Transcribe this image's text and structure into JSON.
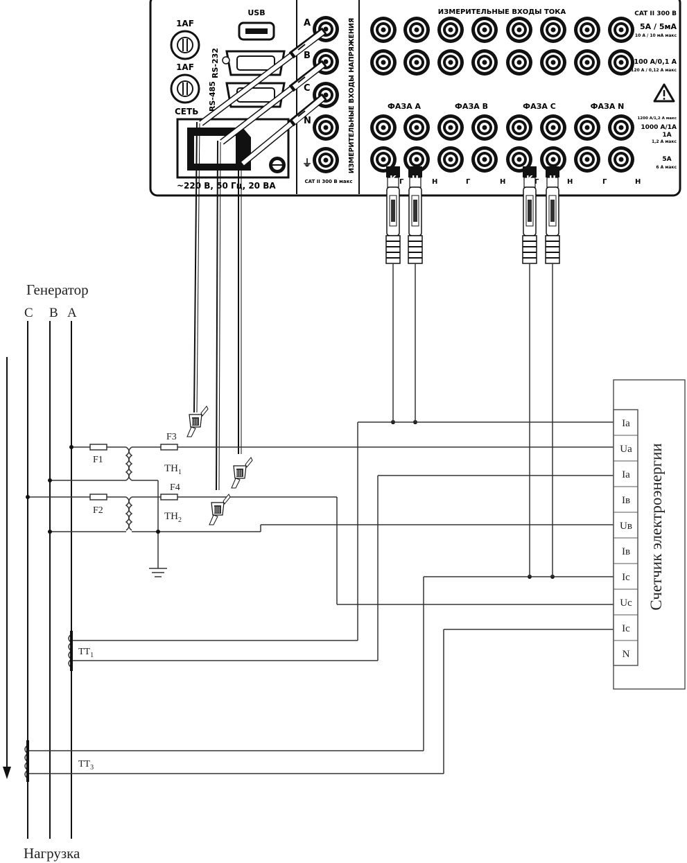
{
  "instrument": {
    "fuse_labels": [
      "1AF",
      "1AF"
    ],
    "usb_label": "USB",
    "rs232_label": "RS-232",
    "rs485_label": "RS-485",
    "mains_label": "СЕТЬ",
    "mains_rating": "~220 В, 50 Гц, 20 ВА",
    "voltage_inputs_title": "ИЗМЕРИТЕЛЬНЫЕ ВХОДЫ НАПРЯЖЕНИЯ",
    "voltage_terminals": [
      "A",
      "B",
      "C",
      "N",
      "⏚"
    ],
    "voltage_cat": "CAT II 300 В макс",
    "current_inputs_title": "ИЗМЕРИТЕЛЬНЫЕ ВХОДЫ ТОКА",
    "current_cat": "CAT II 300 В",
    "range_1": "5A / 5мА",
    "range_1_max": "10 А / 10 мА макс",
    "range_2": "100 А/0,1 А",
    "range_2_max": "120 А / 0,12 А макс",
    "range_3_max": "1200 А/1,2 А макс",
    "range_3": "1000 А/1А",
    "range_4": "1А",
    "range_4_max": "1,2 А макс",
    "range_5": "5А",
    "range_5_max": "6 А макс",
    "phases": [
      "ФАЗА A",
      "ФАЗА B",
      "ФАЗА C",
      "ФАЗА N"
    ],
    "terminal_letters": [
      "Г",
      "Н",
      "Г",
      "Н",
      "Г",
      "Н",
      "Г",
      "Н"
    ],
    "clamp_labels": [
      "К",
      "Ч",
      "К",
      "Ч"
    ]
  },
  "circuit": {
    "generator_label": "Генератор",
    "load_label": "Нагрузка",
    "phase_labels": [
      "C",
      "B",
      "A"
    ],
    "fuses": [
      "F1",
      "F2",
      "F3",
      "F4"
    ],
    "voltage_transformers": [
      "ТН",
      "ТН"
    ],
    "vt_subscripts": [
      "1",
      "2"
    ],
    "current_transformers": [
      "ТТ",
      "ТТ"
    ],
    "ct_subscripts": [
      "1",
      "3"
    ]
  },
  "meter": {
    "title": "Счетчик электроэнергии",
    "terminals": [
      "Ia",
      "Ua",
      "Ia",
      "Iв",
      "Uв",
      "Iв",
      "Ic",
      "Uc",
      "Ic",
      "N"
    ]
  }
}
